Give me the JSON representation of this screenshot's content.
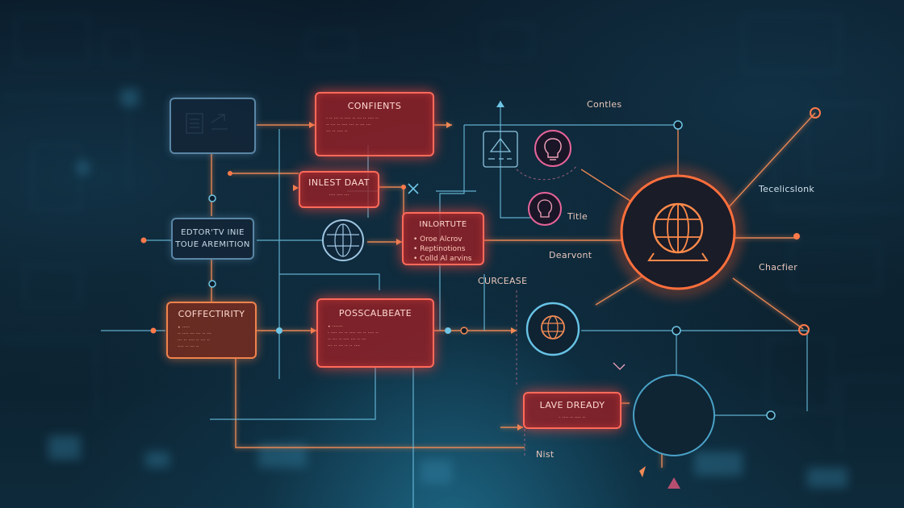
{
  "boxes": {
    "confients": {
      "title": "CONFIENTS",
      "lines": [
        "· ·· ··· ·· ···· ·· ··· ·· ···· ··",
        "·· ··· ·· ···· ··· ·· ··· ···",
        "··· ·· ···· ··"
      ]
    },
    "inlest": {
      "title": "INLEST DAAT",
      "lines": [
        "···· ···· ···"
      ]
    },
    "editor": {
      "title": "EDTOR'TV INIE",
      "subtitle": "TOUE AREMITION"
    },
    "inlortute": {
      "title": "INLORTUTE",
      "lines": [
        "• Oroe Alcrov",
        "• Reptinotions",
        "• Colld Al arvins"
      ]
    },
    "coffectirity": {
      "title": "COFFECTIRITY",
      "lines": [
        "• ·····",
        "·· ···· ··· ··· ·· ···",
        "··· ·· ···· ·· ··· ··",
        "···· ·· ··· ··"
      ]
    },
    "possalbeate": {
      "title": "POSSCALBEATE",
      "lines": [
        "• ·······",
        "· ···· ··· ·· ···· ··· ·· ···· ··",
        "·· ··· ·· ···· ··· ·· ···",
        "··· ·· ··· ·· ·· ····"
      ]
    },
    "lave": {
      "title": "LAVE DREADY",
      "lines": [
        "· ···· ·· ···· ··"
      ]
    }
  },
  "labels": {
    "contles": "Contles",
    "tecelicslonk": "Tecelicslonk",
    "title": "Title",
    "dearvont": "Dearvont",
    "curcease": "CURCEASE",
    "chacfier": "Chacfier",
    "nist": "Nist"
  },
  "colors": {
    "accent": "#ff7a4a",
    "red_box": "#962026",
    "wire_orange": "#f08a55",
    "wire_blue": "#6fc6e6"
  }
}
